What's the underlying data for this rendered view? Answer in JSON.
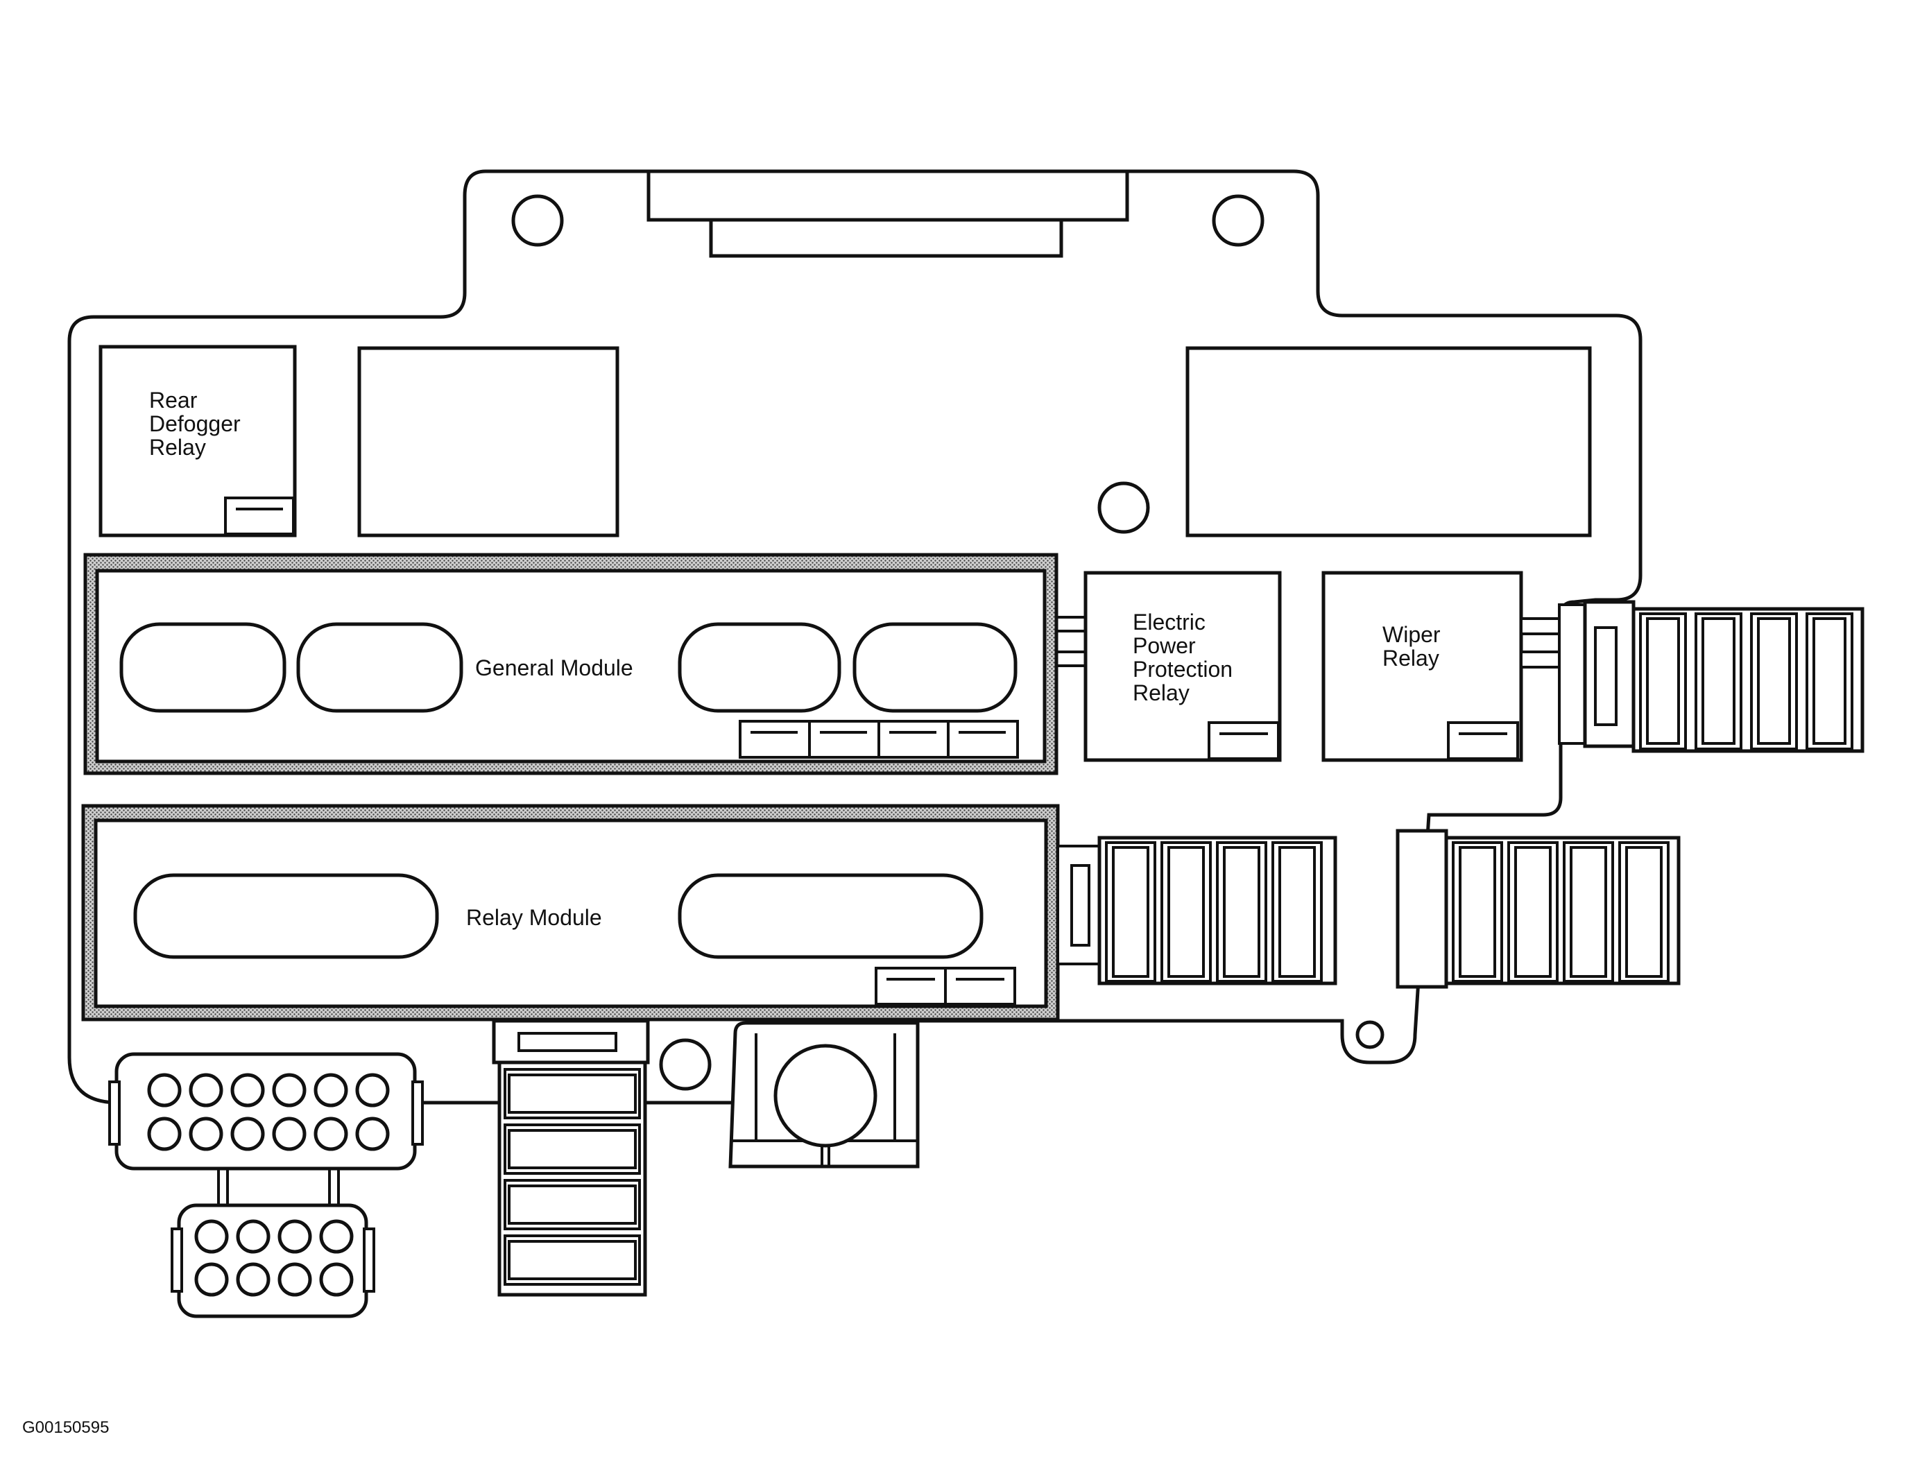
{
  "labels": {
    "rear_defogger_relay": [
      "Rear",
      "Defogger",
      "Relay"
    ],
    "general_module": "General Module",
    "relay_module": "Relay Module",
    "electric_power_protection_relay": [
      "Electric",
      "Power",
      "Protection",
      "Relay"
    ],
    "wiper_relay": [
      "Wiper",
      "Relay"
    ]
  },
  "figure_code": "G00150595",
  "colors": {
    "line": "#111111",
    "background": "#ffffff",
    "module_border_hatch": "#9a9a9a"
  }
}
